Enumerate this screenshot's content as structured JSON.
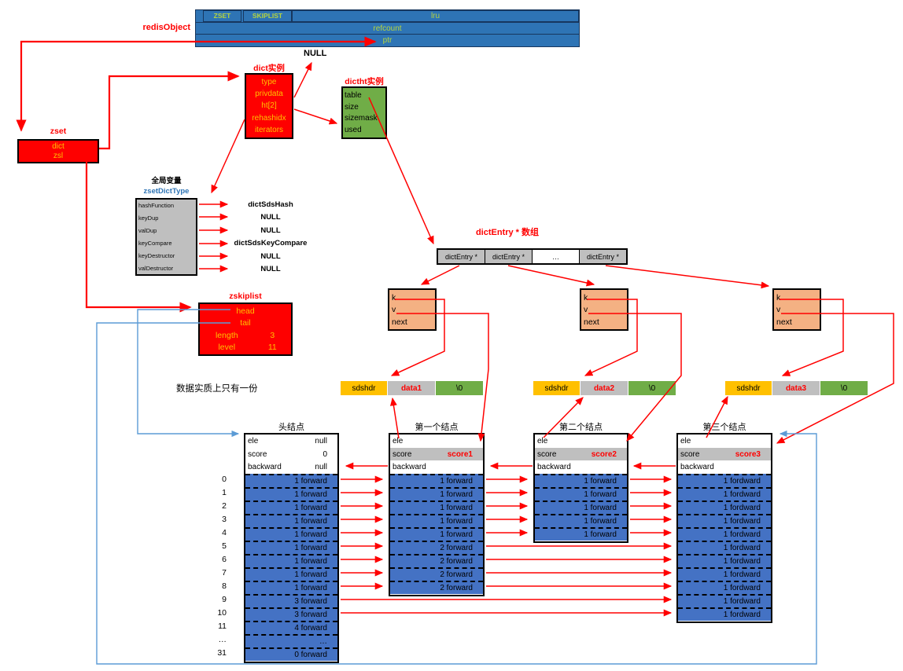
{
  "redis_object": {
    "label": "redisObject",
    "type": "ZSET",
    "encoding": "SKIPLIST",
    "lru": "lru",
    "refcount": "refcount",
    "ptr": "ptr",
    "null_text": "NULL"
  },
  "dict_instance": {
    "label": "dict实例",
    "fields": [
      "type",
      "privdata",
      "ht[2]",
      "rehashidx",
      "iterators"
    ]
  },
  "dictht_instance": {
    "label": "dictht实例",
    "fields": [
      "table",
      "size",
      "sizemask",
      "used"
    ]
  },
  "zset_struct": {
    "label": "zset",
    "fields": [
      "dict",
      "zsl"
    ]
  },
  "dict_type": {
    "title": "全局变量",
    "name": "zsetDictType",
    "fields": [
      "hashFunction",
      "keyDup",
      "valDup",
      "keyCompare",
      "keyDestructor",
      "valDestructor"
    ],
    "values": [
      "dictSdsHash",
      "NULL",
      "NULL",
      "dictSdsKeyCompare",
      "NULL",
      "NULL"
    ]
  },
  "zskiplist": {
    "label": "zskiplist",
    "head": "head",
    "tail": "tail",
    "length_label": "length",
    "length_value": "3",
    "level_label": "level",
    "level_value": "11"
  },
  "dict_entry_array": {
    "label": "dictEntry * 数组",
    "cells": [
      "dictEntry *",
      "dictEntry *",
      "…",
      "dictEntry *"
    ]
  },
  "kv_box": {
    "fields": [
      "k",
      "v",
      "next"
    ]
  },
  "note": "数据实质上只有一份",
  "sds": [
    {
      "hdr": "sdshdr",
      "data": "data1",
      "terminator": "\\0"
    },
    {
      "hdr": "sdshdr",
      "data": "data2",
      "terminator": "\\0"
    },
    {
      "hdr": "sdshdr",
      "data": "data3",
      "terminator": "\\0"
    }
  ],
  "levels": [
    "0",
    "1",
    "2",
    "3",
    "4",
    "5",
    "6",
    "7",
    "8",
    "9",
    "10",
    "11",
    "…",
    "31"
  ],
  "nodes": [
    {
      "title": "头结点",
      "ele_label": "ele",
      "ele_value": "null",
      "score_label": "score",
      "score_value": "0",
      "backward_label": "backward",
      "backward_value": "null",
      "forwards": [
        "1 forward",
        "1 forward",
        "1 forward",
        "1 forward",
        "1 forward",
        "1 forward",
        "1 forward",
        "1 forward",
        "1 forward",
        "3 forward",
        "3 forward",
        "4 forward",
        "…",
        "0 forward"
      ]
    },
    {
      "title": "第一个结点",
      "ele_label": "ele",
      "ele_value": "",
      "score_label": "score",
      "score_value": "score1",
      "backward_label": "backward",
      "backward_value": "",
      "forwards": [
        "1 forward",
        "1 forward",
        "1 forward",
        "1 forward",
        "1 forward",
        "2 forward",
        "2 forward",
        "2 forward",
        "2 forward"
      ]
    },
    {
      "title": "第二个结点",
      "ele_label": "ele",
      "ele_value": "",
      "score_label": "score",
      "score_value": "score2",
      "backward_label": "backward",
      "backward_value": "",
      "forwards": [
        "1 forward",
        "1 forward",
        "1 forward",
        "1 forward",
        "1 forward"
      ]
    },
    {
      "title": "第三个结点",
      "ele_label": "ele",
      "ele_value": "",
      "score_label": "score",
      "score_value": "score3",
      "backward_label": "backward",
      "backward_value": "",
      "forwards": [
        "1 fordward",
        "1 fordward",
        "1 fordward",
        "1 fordward",
        "1 fordward",
        "1 fordward",
        "1 fordward",
        "1 fordward",
        "1 fordward",
        "1 fordward",
        "1 fordward"
      ]
    }
  ],
  "colors": {
    "box_blue": "#2e74b5",
    "row_blue": "#4472c4",
    "red": "#fe0000",
    "green": "#70ad47",
    "gray": "#bfbfbf",
    "orange": "#f4b183",
    "yellow": "#ffc000",
    "arrow_red": "#ff0000",
    "arrow_blue": "#5b9bd5"
  }
}
